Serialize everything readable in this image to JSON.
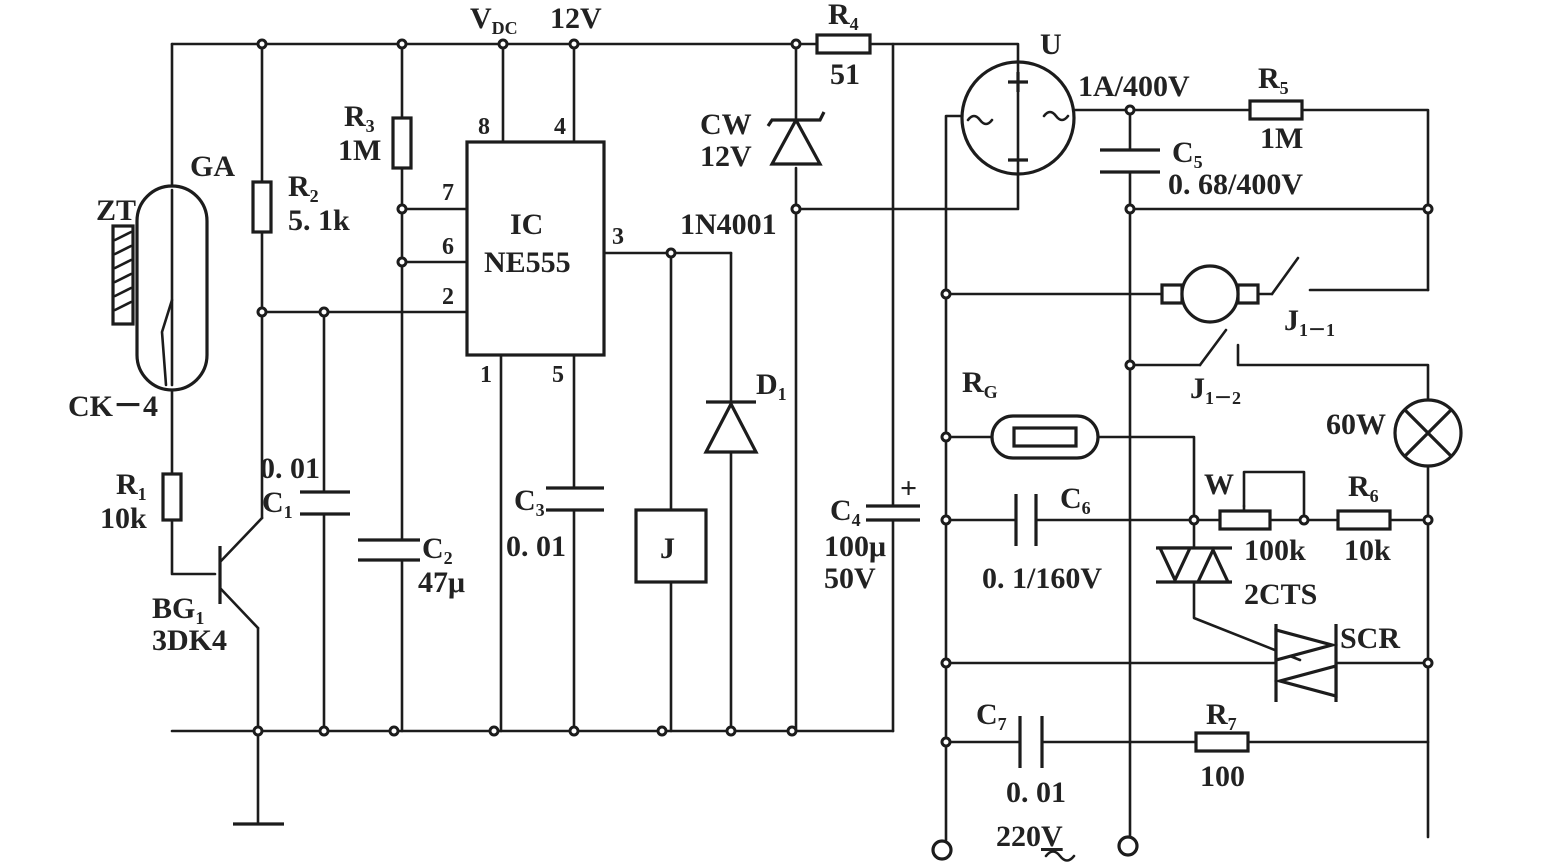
{
  "diagram": {
    "labels": {
      "vdc": "V",
      "vdc_sub": "DC",
      "v12": "12V",
      "r4": "R",
      "r4_sub": "4",
      "r4_val": "51",
      "u": "U",
      "bridge_rating": "1A/400V",
      "r5": "R",
      "r5_sub": "5",
      "r5_val": "1M",
      "c5": "C",
      "c5_sub": "5",
      "c5_val": "0. 68/400V",
      "cw": "CW",
      "cw_val": "12V",
      "r3": "R",
      "r3_sub": "3",
      "r3_val": "1M",
      "pin8": "8",
      "pin4": "4",
      "pin7": "7",
      "pin6": "6",
      "pin2": "2",
      "pin3": "3",
      "pin1": "1",
      "pin5": "5",
      "ic": "IC",
      "ne555": "NE555",
      "diode_type": "1N4001",
      "ga": "GA",
      "zt": "ZT",
      "r2": "R",
      "r2_sub": "2",
      "r2_val": "5. 1k",
      "ck4": "CK－4",
      "r1": "R",
      "r1_sub": "1",
      "r1_val": "10k",
      "c1_val": "0. 01",
      "c1": "C",
      "c1_sub": "1",
      "c2": "C",
      "c2_sub": "2",
      "c2_val": "47μ",
      "c3": "C",
      "c3_sub": "3",
      "c3_val": "0. 01",
      "d1": "D",
      "d1_sub": "1",
      "relay": "J",
      "c4": "C",
      "c4_sub": "4",
      "c4_val": "100μ",
      "c4_volt": "50V",
      "plus": "+",
      "bg1": "BG",
      "bg1_sub": "1",
      "bg1_type": "3DK4",
      "j11": "J",
      "j11_sub": "1－1",
      "j12": "J",
      "j12_sub": "1－2",
      "rg": "R",
      "rg_sub": "G",
      "lamp": "60W",
      "c6": "C",
      "c6_sub": "6",
      "c6_val": "0. 1/160V",
      "w": "W",
      "w_val": "100k",
      "r6": "R",
      "r6_sub": "6",
      "r6_val": "10k",
      "diac": "2CTS",
      "scr": "SCR",
      "c7": "C",
      "c7_sub": "7",
      "c7_val": "0. 01",
      "r7": "R",
      "r7_sub": "7",
      "r7_val": "100",
      "mains": "220",
      "mains_sym": "V"
    }
  }
}
